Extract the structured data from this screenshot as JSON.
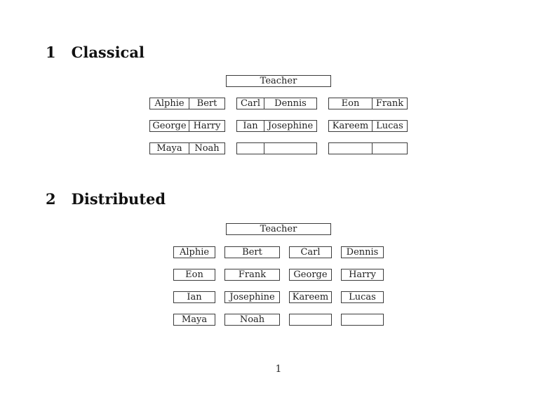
{
  "page_number": "1",
  "sections": {
    "classical": {
      "number": "1",
      "title": "Classical",
      "teacher": "Teacher",
      "rows": [
        [
          [
            "Alphie",
            "Bert"
          ],
          [
            "Carl",
            "Dennis"
          ],
          [
            "Eon",
            "Frank"
          ]
        ],
        [
          [
            "George",
            "Harry"
          ],
          [
            "Ian",
            "Josephine"
          ],
          [
            "Kareem",
            "Lucas"
          ]
        ],
        [
          [
            "Maya",
            "Noah"
          ],
          [
            "",
            ""
          ],
          [
            "",
            ""
          ]
        ]
      ]
    },
    "distributed": {
      "number": "2",
      "title": "Distributed",
      "teacher": "Teacher",
      "rows": [
        [
          "Alphie",
          "Bert",
          "Carl",
          "Dennis"
        ],
        [
          "Eon",
          "Frank",
          "George",
          "Harry"
        ],
        [
          "Ian",
          "Josephine",
          "Kareem",
          "Lucas"
        ],
        [
          "Maya",
          "Noah",
          "",
          ""
        ]
      ]
    }
  }
}
